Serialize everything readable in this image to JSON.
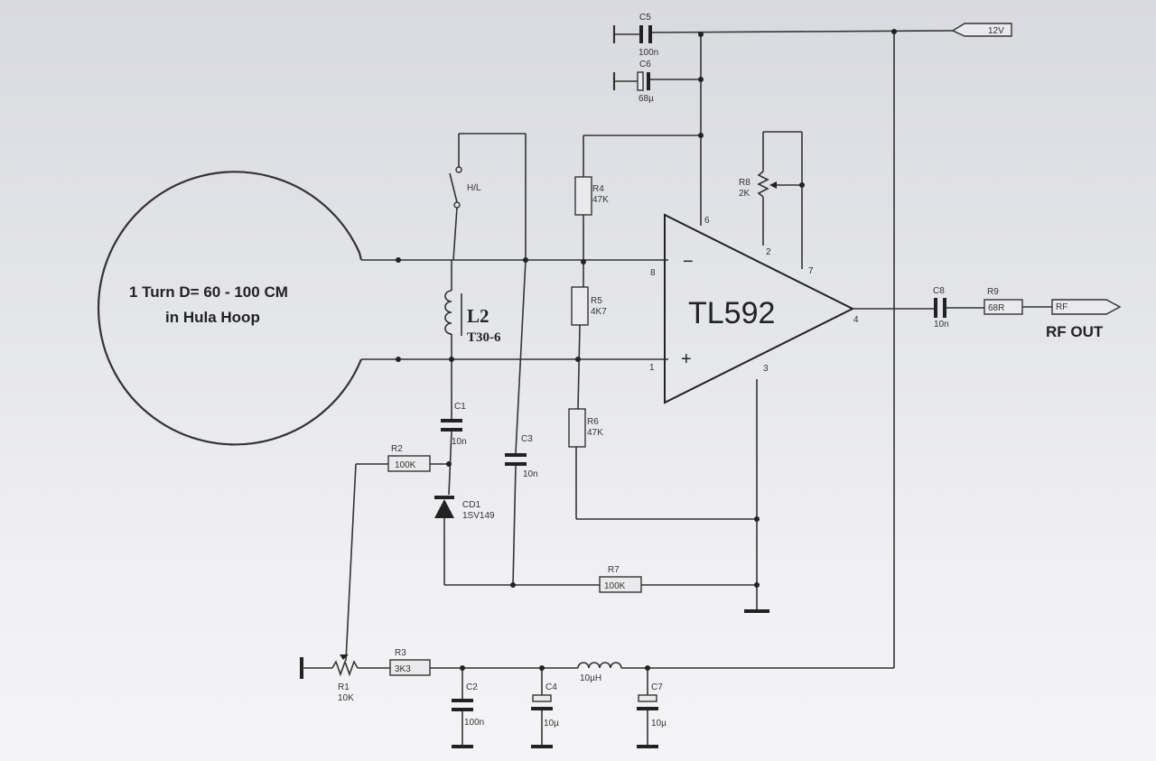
{
  "loop": {
    "line1": "1 Turn D= 60 - 100 CM",
    "line2": "in Hula Hoop"
  },
  "ic": {
    "name": "TL592",
    "minus_sign": "−",
    "plus_sign": "+",
    "pins": {
      "p1": "1",
      "p2": "2",
      "p3": "3",
      "p4": "4",
      "p6": "6",
      "p7": "7",
      "p8": "8"
    }
  },
  "switch": {
    "label": "H/L"
  },
  "inductor_l2": {
    "name": "L2",
    "value": "T30-6"
  },
  "components": {
    "c1": {
      "name": "C1",
      "value": "10n"
    },
    "c2": {
      "name": "C2",
      "value": "100n"
    },
    "c3": {
      "name": "C3",
      "value": "10n"
    },
    "c4": {
      "name": "C4",
      "value": "10µ"
    },
    "c5": {
      "name": "C5",
      "value": "100n"
    },
    "c6": {
      "name": "C6",
      "value": "68µ"
    },
    "c7": {
      "name": "C7",
      "value": "10µ"
    },
    "c8": {
      "name": "C8",
      "value": "10n"
    },
    "r1": {
      "name": "R1",
      "value": "10K"
    },
    "r2": {
      "name": "R2",
      "value": "100K"
    },
    "r3": {
      "name": "R3",
      "value": "3K3"
    },
    "r4": {
      "name": "R4",
      "value": "47K"
    },
    "r5": {
      "name": "R5",
      "value": "4K7"
    },
    "r6": {
      "name": "R6",
      "value": "47K"
    },
    "r7": {
      "name": "R7",
      "value": "100K"
    },
    "r8": {
      "name": "R8",
      "value": "2K"
    },
    "r9": {
      "name": "R9",
      "value": "68R"
    },
    "cd1": {
      "name": "CD1",
      "value": "1SV149"
    },
    "choke": {
      "value": "10µH"
    }
  },
  "ports": {
    "supply": "12V",
    "rf": "RF"
  },
  "rf_out": "RF OUT",
  "colors": {
    "ink": "#333333",
    "paper": "#e4e5e9"
  }
}
